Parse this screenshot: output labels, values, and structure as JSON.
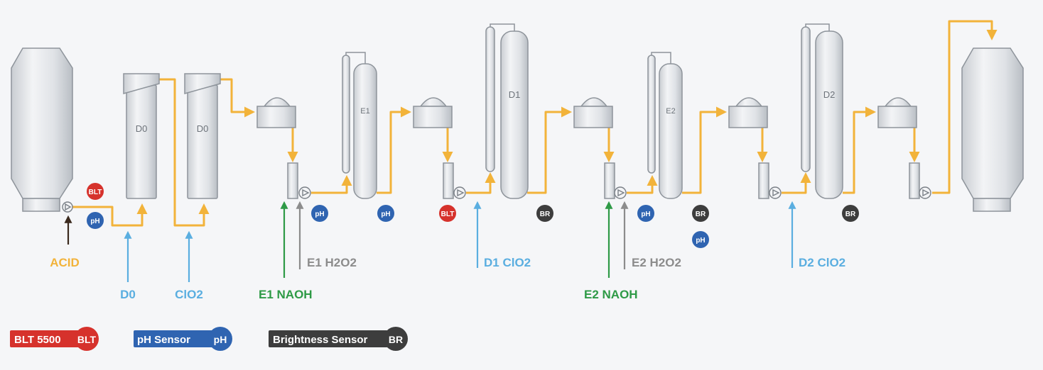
{
  "colors": {
    "flow": "#f2b33a",
    "acid": "#3b2a1e",
    "clo2_feed": "#5aaee0",
    "naoh_feed": "#2e9a46",
    "h2o2_feed": "#8c8c8c",
    "blt": "#d6322c",
    "ph": "#2f64b1",
    "br": "#3d3d3d",
    "vessel_fill": "#dfe2e6",
    "vessel_stroke": "#8e949b"
  },
  "vessels": {
    "tower_d0_a": "D0",
    "tower_d0_b": "D0",
    "tower_e1": "E1",
    "tower_d1": "D1",
    "tower_e2": "E2",
    "tower_d2": "D2"
  },
  "sensor_badges": {
    "blt": "BLT",
    "ph": "pH",
    "br": "BR"
  },
  "feeds": {
    "acid": "ACID",
    "d0": "D0",
    "clo2": "ClO2",
    "e1_naoh": "E1 NAOH",
    "e1_h2o2": "E1 H2O2",
    "d1_clo2": "D1 ClO2",
    "e2_naoh": "E2 NAOH",
    "e2_h2o2": "E2 H2O2",
    "d2_clo2": "D2 ClO2"
  },
  "legend": {
    "blt": {
      "label": "BLT 5500",
      "badge": "BLT"
    },
    "ph": {
      "label": "pH Sensor",
      "badge": "pH"
    },
    "br": {
      "label": "Brightness Sensor",
      "badge": "BR"
    }
  }
}
